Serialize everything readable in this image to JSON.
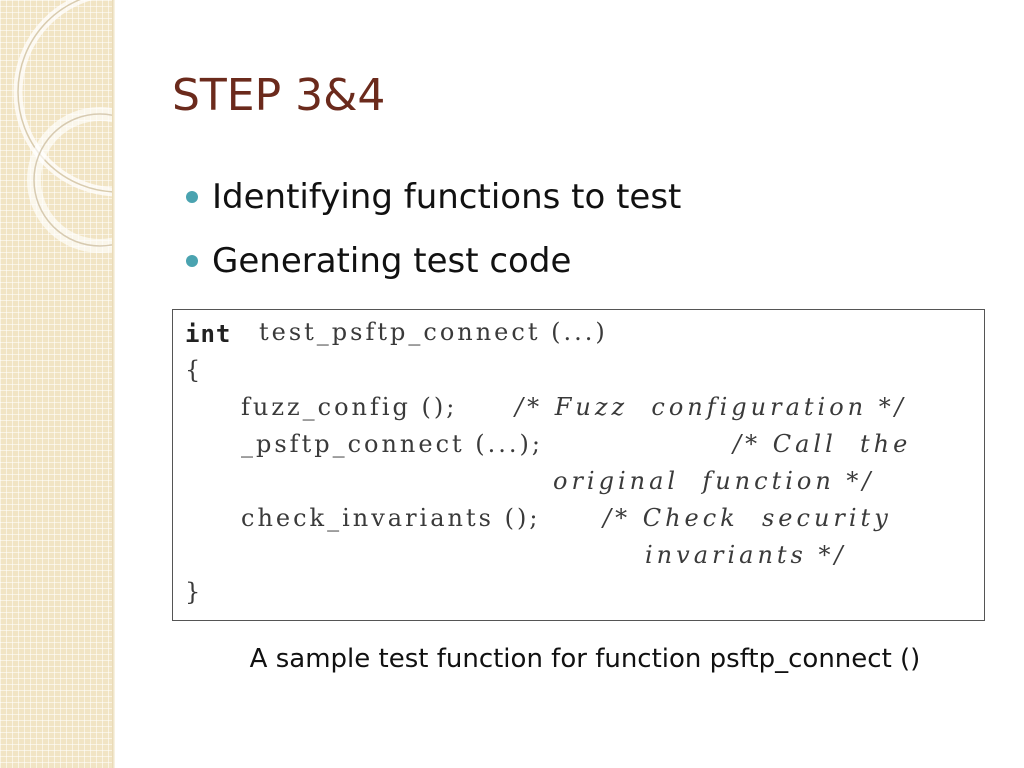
{
  "slide": {
    "title": "STEP 3&4",
    "bullets": [
      "Identifying functions to test",
      "Generating test code"
    ],
    "code": {
      "keyword": "int",
      "signature": "test_psftp_connect (...)",
      "open_brace": "{",
      "call1": "fuzz_config ();",
      "comment1": "/* Fuzz  configuration */",
      "call2": "_psftp_connect (...);",
      "comment2_a": "/* Call  the",
      "comment2_b": "original  function */",
      "call3": "check_invariants ();",
      "comment3_a": "/* Check  security",
      "comment3_b": "invariants */",
      "close_brace": "}"
    },
    "caption": "A sample test function for function psftp_connect ()"
  },
  "colors": {
    "title": "#6b2a1c",
    "bullet": "#4aa3b0",
    "sidebar": "#f1e4c4"
  }
}
